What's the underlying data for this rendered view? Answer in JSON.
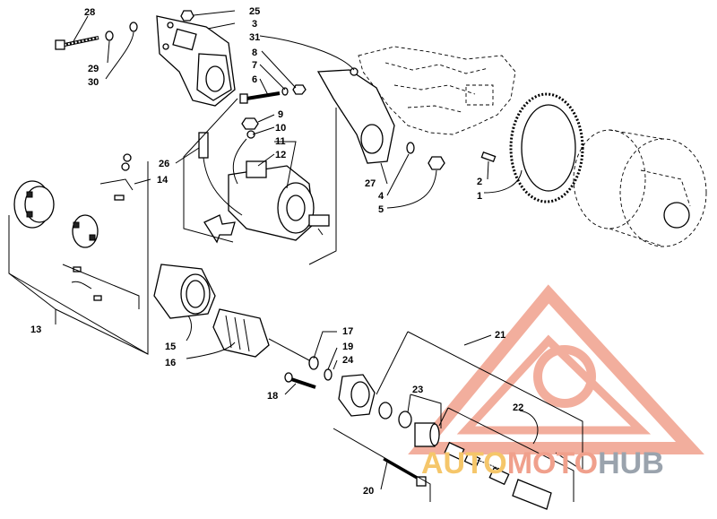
{
  "callouts": [
    {
      "id": "c1",
      "text": "1"
    },
    {
      "id": "c2",
      "text": "2"
    },
    {
      "id": "c3",
      "text": "3"
    },
    {
      "id": "c4",
      "text": "4"
    },
    {
      "id": "c5",
      "text": "5"
    },
    {
      "id": "c6",
      "text": "6"
    },
    {
      "id": "c7",
      "text": "7"
    },
    {
      "id": "c8",
      "text": "8"
    },
    {
      "id": "c9",
      "text": "9"
    },
    {
      "id": "c10",
      "text": "10"
    },
    {
      "id": "c11",
      "text": "11"
    },
    {
      "id": "c12",
      "text": "12"
    },
    {
      "id": "c13",
      "text": "13"
    },
    {
      "id": "c14",
      "text": "14"
    },
    {
      "id": "c15",
      "text": "15"
    },
    {
      "id": "c16",
      "text": "16"
    },
    {
      "id": "c17",
      "text": "17"
    },
    {
      "id": "c18",
      "text": "18"
    },
    {
      "id": "c19",
      "text": "19"
    },
    {
      "id": "c20",
      "text": "20"
    },
    {
      "id": "c21",
      "text": "21"
    },
    {
      "id": "c22",
      "text": "22"
    },
    {
      "id": "c23",
      "text": "23"
    },
    {
      "id": "c24",
      "text": "24"
    },
    {
      "id": "c25",
      "text": "25"
    },
    {
      "id": "c26",
      "text": "26"
    },
    {
      "id": "c27",
      "text": "27"
    },
    {
      "id": "c28",
      "text": "28"
    },
    {
      "id": "c29",
      "text": "29"
    },
    {
      "id": "c30",
      "text": "30"
    },
    {
      "id": "c31",
      "text": "31"
    }
  ],
  "watermark": {
    "part1": "AUTO",
    "part2": "MOTO",
    "part3": "HUB",
    "color_primary": "#f0a08c",
    "color_accent": "#f5c66a",
    "color_hub": "#9aa3ad"
  }
}
